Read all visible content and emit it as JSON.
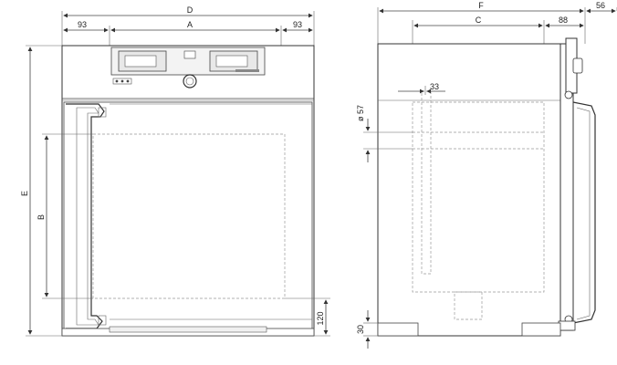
{
  "front_view": {
    "dim_D": "D",
    "dim_A": "A",
    "dim_left_offset": "93",
    "dim_right_offset": "93",
    "dim_E": "E",
    "dim_B": "B",
    "dim_120": "120"
  },
  "side_view": {
    "dim_F": "F",
    "dim_C": "C",
    "dim_56": "56",
    "dim_88": "88",
    "dim_33": "33",
    "dim_57": "ø 57",
    "dim_30": "30"
  }
}
